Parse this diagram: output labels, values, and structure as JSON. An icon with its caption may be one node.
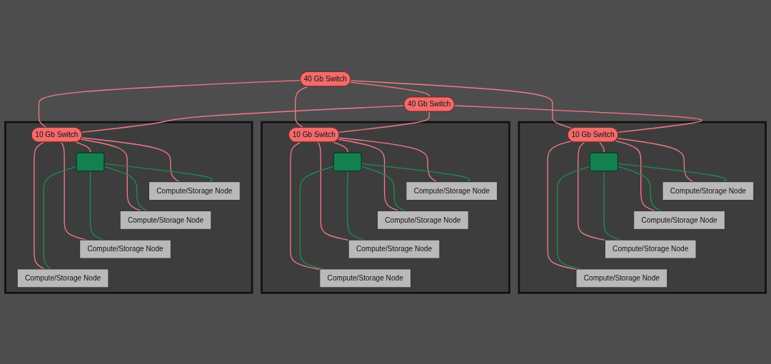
{
  "diagram": {
    "nodes": [
      {
        "text": [
          "40 Gb Switch"
        ]
      },
      {
        "text": [
          "40 Gb Switch"
        ]
      },
      {
        "text": [],
        "shape": "box"
      },
      {
        "text": [
          "10 Gb Switch"
        ],
        "in": 2
      },
      {
        "text": [],
        "shape": "box",
        "in": 2
      },
      {
        "text": [
          "Compute/Storage Node"
        ],
        "in": 2
      },
      {
        "text": [
          "Compute/Storage Node"
        ],
        "in": 2
      },
      {
        "text": [
          "Compute/Storage Node"
        ],
        "in": 2
      },
      {
        "text": [
          "Compute/Storage Node"
        ],
        "in": 2
      },
      {
        "text": [],
        "shape": "box"
      },
      {
        "text": [
          "10 Gb Switch"
        ],
        "in": 9
      },
      {
        "text": [],
        "shape": "box",
        "in": 9
      },
      {
        "text": [
          "Compute/Storage Node"
        ],
        "in": 9
      },
      {
        "text": [
          "Compute/Storage Node"
        ],
        "in": 9
      },
      {
        "text": [
          "Compute/Storage Node"
        ],
        "in": 9
      },
      {
        "text": [
          "Compute/Storage Node"
        ],
        "in": 9
      },
      {
        "text": [],
        "shape": "box"
      },
      {
        "text": [
          "10 Gb Switch"
        ],
        "in": 16
      },
      {
        "text": [],
        "shape": "box",
        "in": 16
      },
      {
        "text": [
          "Compute/Storage Node"
        ],
        "in": 16
      },
      {
        "text": [
          "Compute/Storage Node"
        ],
        "in": 16
      },
      {
        "text": [
          "Compute/Storage Node"
        ],
        "in": 16
      },
      {
        "text": [
          "Compute/Storage Node"
        ],
        "in": 16
      }
    ],
    "edges": [
      {
        "from": 0,
        "to": 1,
        "arrow": "none"
      },
      {
        "from": 0,
        "to": 3,
        "arrow": "none"
      },
      {
        "from": 0,
        "to": 10,
        "arrow": "none"
      },
      {
        "from": 0,
        "to": 17,
        "arrow": "none"
      },
      {
        "from": 1,
        "to": 3,
        "arrow": "none"
      },
      {
        "from": 1,
        "to": 10,
        "arrow": "none"
      },
      {
        "from": 1,
        "to": 17,
        "arrow": "none"
      },
      {
        "from": 3,
        "to": 4,
        "arrow": "none"
      },
      {
        "from": 3,
        "to": 5,
        "arrow": "none"
      },
      {
        "from": 3,
        "to": 6,
        "arrow": "none"
      },
      {
        "from": 3,
        "to": 7,
        "arrow": "none"
      },
      {
        "from": 3,
        "to": 8,
        "arrow": "none"
      },
      {
        "from": 4,
        "to": 5,
        "arrow": "none",
        "color": "#1e8a5a"
      },
      {
        "from": 4,
        "to": 6,
        "arrow": "none",
        "color": "#1e8a5a"
      },
      {
        "from": 4,
        "to": 7,
        "arrow": "none",
        "color": "#1e8a5a"
      },
      {
        "from": 4,
        "to": 8,
        "arrow": "none",
        "color": "#1e8a5a"
      },
      {
        "from": 10,
        "to": 11,
        "arrow": "none"
      },
      {
        "from": 10,
        "to": 12,
        "arrow": "none"
      },
      {
        "from": 10,
        "to": 13,
        "arrow": "none"
      },
      {
        "from": 10,
        "to": 14,
        "arrow": "none"
      },
      {
        "from": 10,
        "to": 15,
        "arrow": "none"
      },
      {
        "from": 11,
        "to": 12,
        "arrow": "none",
        "color": "#1e8a5a"
      },
      {
        "from": 11,
        "to": 13,
        "arrow": "none",
        "color": "#1e8a5a"
      },
      {
        "from": 11,
        "to": 14,
        "arrow": "none",
        "color": "#1e8a5a"
      },
      {
        "from": 11,
        "to": 15,
        "arrow": "none",
        "color": "#1e8a5a"
      },
      {
        "from": 17,
        "to": 18,
        "arrow": "none"
      },
      {
        "from": 17,
        "to": 19,
        "arrow": "none"
      },
      {
        "from": 17,
        "to": 20,
        "arrow": "none"
      },
      {
        "from": 17,
        "to": 21,
        "arrow": "none"
      },
      {
        "from": 17,
        "to": 22,
        "arrow": "none"
      },
      {
        "from": 18,
        "to": 19,
        "arrow": "none",
        "color": "#1e8a5a"
      },
      {
        "from": 18,
        "to": 20,
        "arrow": "none",
        "color": "#1e8a5a"
      },
      {
        "from": 18,
        "to": 21,
        "arrow": "none",
        "color": "#1e8a5a"
      },
      {
        "from": 18,
        "to": 22,
        "arrow": "none",
        "color": "#1e8a5a"
      }
    ]
  }
}
